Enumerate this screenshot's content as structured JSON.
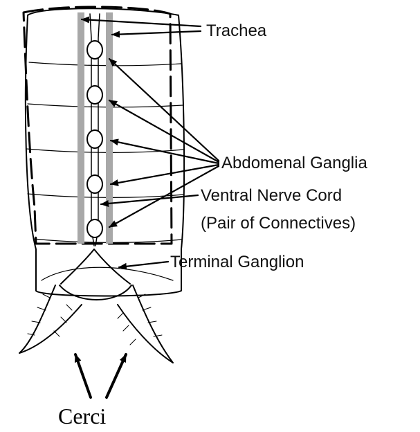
{
  "labels": {
    "trachea": "Trachea",
    "abdominal_ganglia": "Abdomenal Ganglia",
    "nerve_cord_line1": "Ventral Nerve Cord",
    "nerve_cord_line2": "(Pair of Connectives)",
    "terminal_ganglion": "Terminal Ganglion",
    "cerci": "Cerci"
  },
  "colors": {
    "ink": "#000000",
    "trachea_gray": "#a8a8a8",
    "background": "#ffffff"
  }
}
